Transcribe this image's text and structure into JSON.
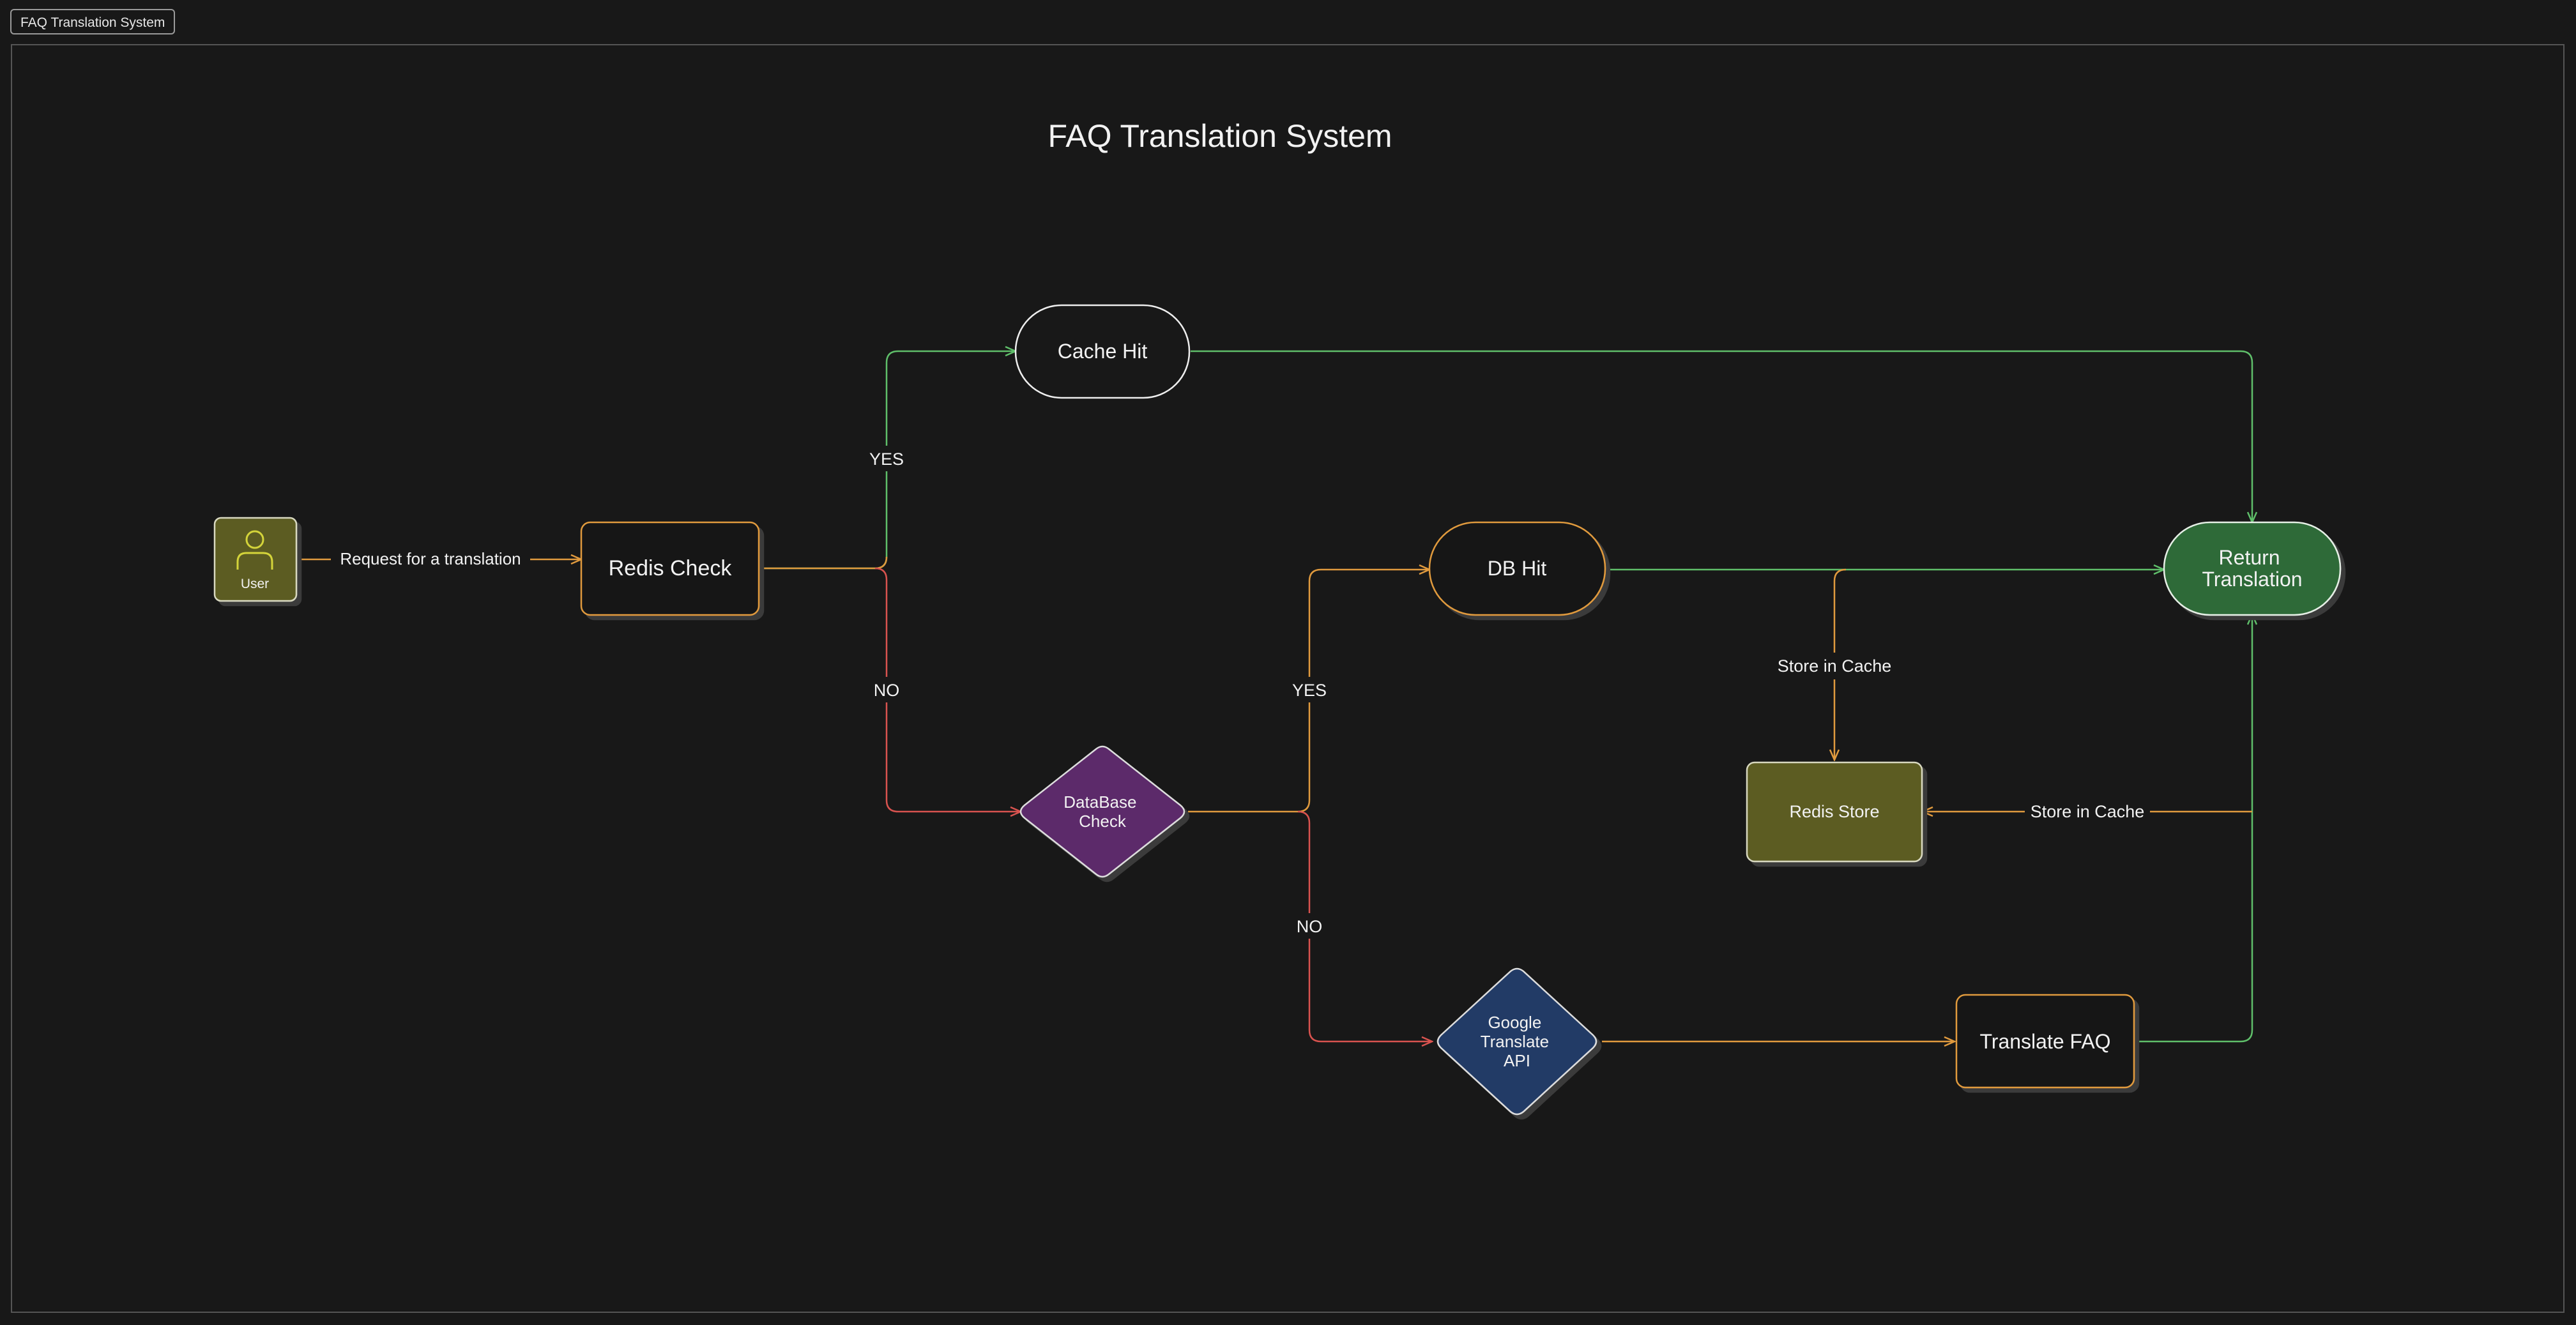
{
  "frame": {
    "label": "FAQ Translation System"
  },
  "diagram": {
    "title": "FAQ Translation System",
    "nodes": {
      "user": {
        "label": "User",
        "icon": "user-icon"
      },
      "redis_check": {
        "label": "Redis Check"
      },
      "cache_hit": {
        "label": "Cache Hit"
      },
      "database_check": {
        "label": [
          "DataBase",
          "Check"
        ]
      },
      "db_hit": {
        "label": "DB Hit"
      },
      "google_translate_api": {
        "label": [
          "Google",
          "Translate",
          "API"
        ]
      },
      "translate_faq": {
        "label": "Translate FAQ"
      },
      "redis_store": {
        "label": "Redis Store"
      },
      "return_translation": {
        "label": [
          "Return",
          "Translation"
        ]
      }
    },
    "edges": {
      "user_to_redis": {
        "label": "Request for a translation"
      },
      "redis_yes": {
        "label": "YES"
      },
      "redis_no": {
        "label": "NO"
      },
      "db_yes": {
        "label": "YES"
      },
      "db_no": {
        "label": "NO"
      },
      "dbhit_store": {
        "label": "Store in Cache"
      },
      "translate_store": {
        "label": "Store in Cache"
      }
    }
  },
  "colors": {
    "background": "#181818",
    "frame_border": "#555555",
    "text": "#f2f2f2",
    "edge_orange": "#e09a3e",
    "edge_green": "#5fbf6a",
    "edge_red": "#d9534f",
    "user_fill": "#5c5c24",
    "user_icon": "#d4d43a",
    "database_fill": "#5c2a6b",
    "google_fill": "#223a66",
    "redis_store_fill": "#5c5c24",
    "return_fill": "#2e6b38"
  }
}
